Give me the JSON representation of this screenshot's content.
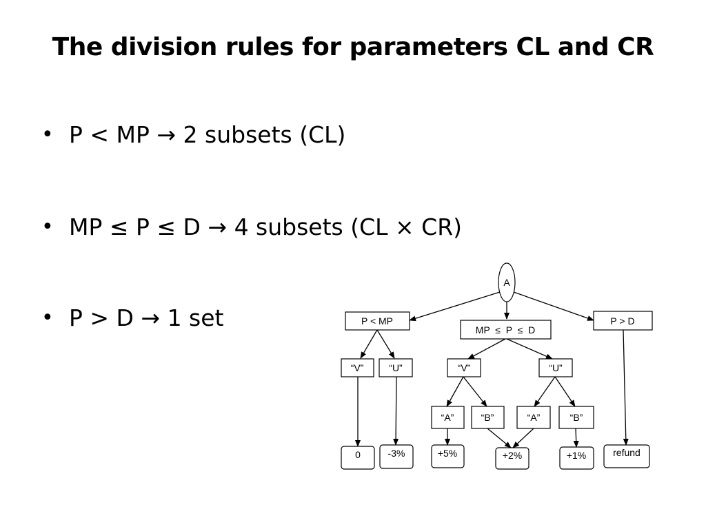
{
  "title": "The division rules for parameters CL and CR",
  "bullets": [
    {
      "bullet": "•",
      "text": "P < MP → 2 subsets (CL)"
    },
    {
      "bullet": "•",
      "text": "MP ≤ P ≤ D → 4 subsets (CL × CR)"
    },
    {
      "bullet": "•",
      "text": "P > D → 1 set"
    }
  ],
  "diagram": {
    "root": "A",
    "branch_low": "P < MP",
    "branch_mid": "MP  ≤  P  ≤  D",
    "branch_high": "P > D",
    "low_v": "“V”",
    "low_u": "“U”",
    "mid_v": "“V”",
    "mid_u": "“U”",
    "mid_v_a": "“A”",
    "mid_v_b": "“B”",
    "mid_u_a": "“A”",
    "mid_u_b": "“B”",
    "out_zero": "0",
    "out_minus3": "-3%",
    "out_plus5": "+5%",
    "out_plus2": "+2%",
    "out_plus1": "+1%",
    "out_refund": "refund"
  }
}
